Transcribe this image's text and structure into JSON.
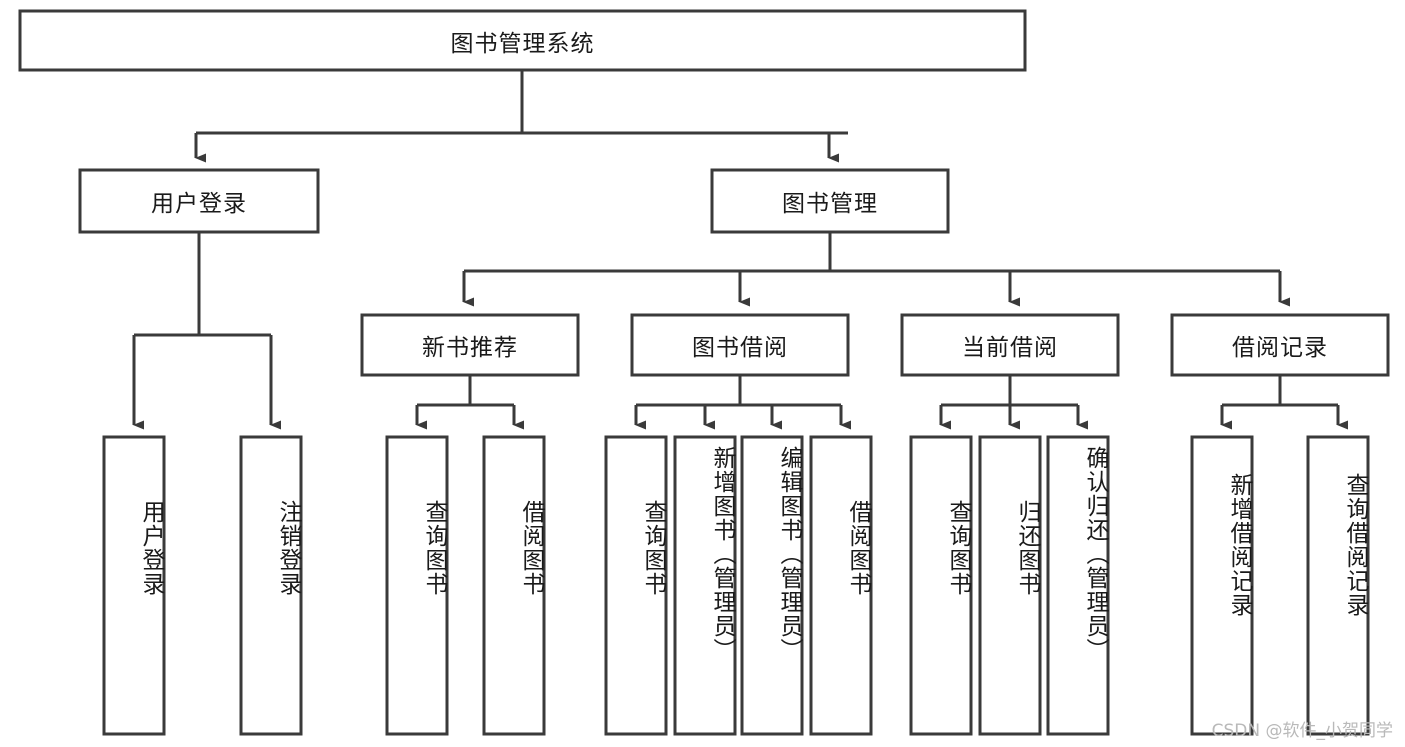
{
  "diagram": {
    "title": "图书管理系统",
    "type": "hierarchy-tree",
    "watermark": "CSDN @软件_小贺同学",
    "colors": {
      "box_stroke": "#3a3a3a",
      "box_fill": "#ffffff",
      "text": "#1a1a1a",
      "background": "#ffffff",
      "watermark": "#b9b9b9"
    },
    "levels": {
      "root": {
        "label": "图书管理系统"
      },
      "level2": [
        {
          "id": "user-login",
          "label": "用户登录"
        },
        {
          "id": "book-management",
          "label": "图书管理"
        }
      ],
      "level3": [
        {
          "id": "new-book-recommend",
          "label": "新书推荐",
          "parent": "book-management"
        },
        {
          "id": "book-borrow",
          "label": "图书借阅",
          "parent": "book-management"
        },
        {
          "id": "current-borrow",
          "label": "当前借阅",
          "parent": "book-management"
        },
        {
          "id": "borrow-record",
          "label": "借阅记录",
          "parent": "book-management"
        }
      ],
      "leaves": [
        {
          "id": "leaf-user-login",
          "label": "用户登录",
          "parent": "user-login"
        },
        {
          "id": "leaf-logout",
          "label": "注销登录",
          "parent": "user-login"
        },
        {
          "id": "leaf-query-book-1",
          "label": "查询图书",
          "parent": "new-book-recommend"
        },
        {
          "id": "leaf-borrow-book-1",
          "label": "借阅图书",
          "parent": "new-book-recommend"
        },
        {
          "id": "leaf-query-book-2",
          "label": "查询图书",
          "parent": "book-borrow"
        },
        {
          "id": "leaf-add-book",
          "label": "新增图书（管理员）",
          "parent": "book-borrow"
        },
        {
          "id": "leaf-edit-book",
          "label": "编辑图书（管理员）",
          "parent": "book-borrow"
        },
        {
          "id": "leaf-borrow-book-2",
          "label": "借阅图书",
          "parent": "book-borrow"
        },
        {
          "id": "leaf-query-book-3",
          "label": "查询图书",
          "parent": "current-borrow"
        },
        {
          "id": "leaf-return-book",
          "label": "归还图书",
          "parent": "current-borrow"
        },
        {
          "id": "leaf-confirm-return",
          "label": "确认归还（管理员）",
          "parent": "current-borrow"
        },
        {
          "id": "leaf-add-record",
          "label": "新增借阅记录",
          "parent": "borrow-record"
        },
        {
          "id": "leaf-query-record",
          "label": "查询借阅记录",
          "parent": "borrow-record"
        }
      ]
    }
  }
}
